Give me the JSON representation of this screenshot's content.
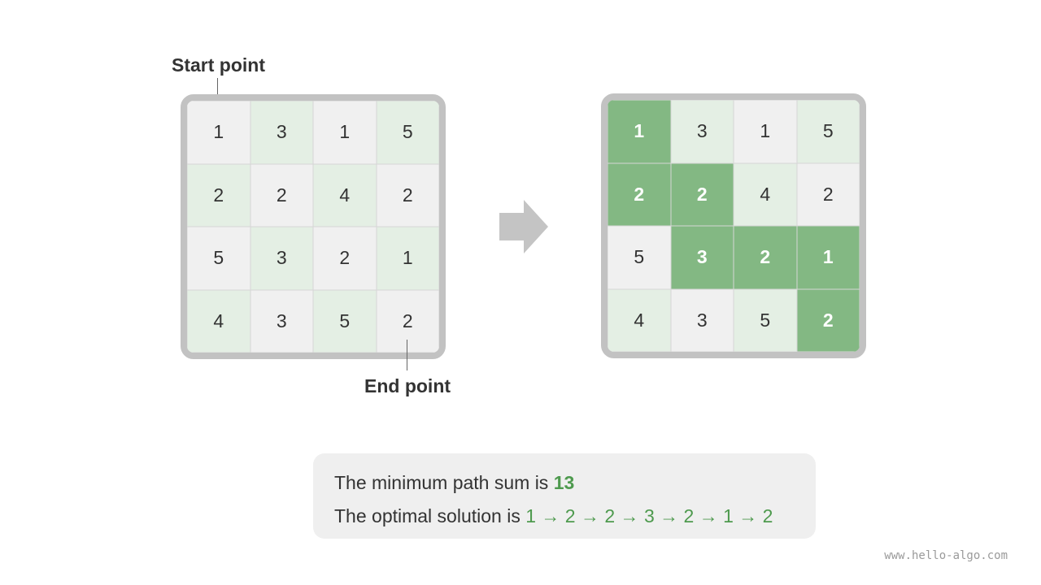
{
  "labels": {
    "start": "Start point",
    "end": "End point"
  },
  "grid_values": [
    [
      "1",
      "3",
      "1",
      "5"
    ],
    [
      "2",
      "2",
      "4",
      "2"
    ],
    [
      "5",
      "3",
      "2",
      "1"
    ],
    [
      "4",
      "3",
      "5",
      "2"
    ]
  ],
  "left_cell_shading": [
    [
      "gray",
      "light",
      "gray",
      "light"
    ],
    [
      "light",
      "gray",
      "light",
      "gray"
    ],
    [
      "gray",
      "light",
      "gray",
      "light"
    ],
    [
      "light",
      "gray",
      "light",
      "gray"
    ]
  ],
  "right_cell_shading": [
    [
      "path",
      "light",
      "gray",
      "light"
    ],
    [
      "path",
      "path",
      "light",
      "gray"
    ],
    [
      "gray",
      "path",
      "path",
      "path"
    ],
    [
      "light",
      "gray",
      "light",
      "path"
    ]
  ],
  "result": {
    "min_sum_prefix": "The minimum path sum is ",
    "min_sum_value": "13",
    "solution_prefix": "The optimal solution is ",
    "solution_path": "1 → 2 → 2 → 3 → 2 → 1 → 2"
  },
  "watermark": "www.hello-algo.com",
  "colors": {
    "path_green": "#83b883",
    "light_green": "#e4efe4",
    "cell_gray": "#f0f0f0",
    "border_gray": "#c2c2c2",
    "text_green": "#4e9a4e"
  }
}
